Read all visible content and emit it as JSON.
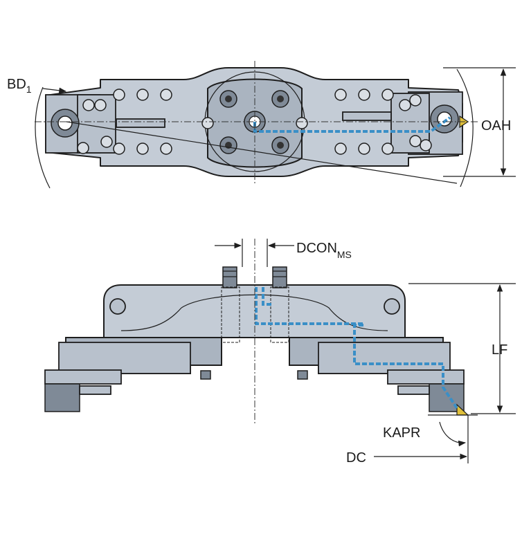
{
  "labels": {
    "bd1_main": "BD",
    "bd1_sub": "1",
    "oah": "OAH",
    "dcon_main": "DCON",
    "dcon_sub": "MS",
    "lf": "LF",
    "kapr": "KAPR",
    "dc": "DC"
  },
  "colors": {
    "body": "#c4ccd6",
    "coolant": "#3a8fc7",
    "insert": "#e0c03a",
    "outline": "#1e1e1e"
  }
}
